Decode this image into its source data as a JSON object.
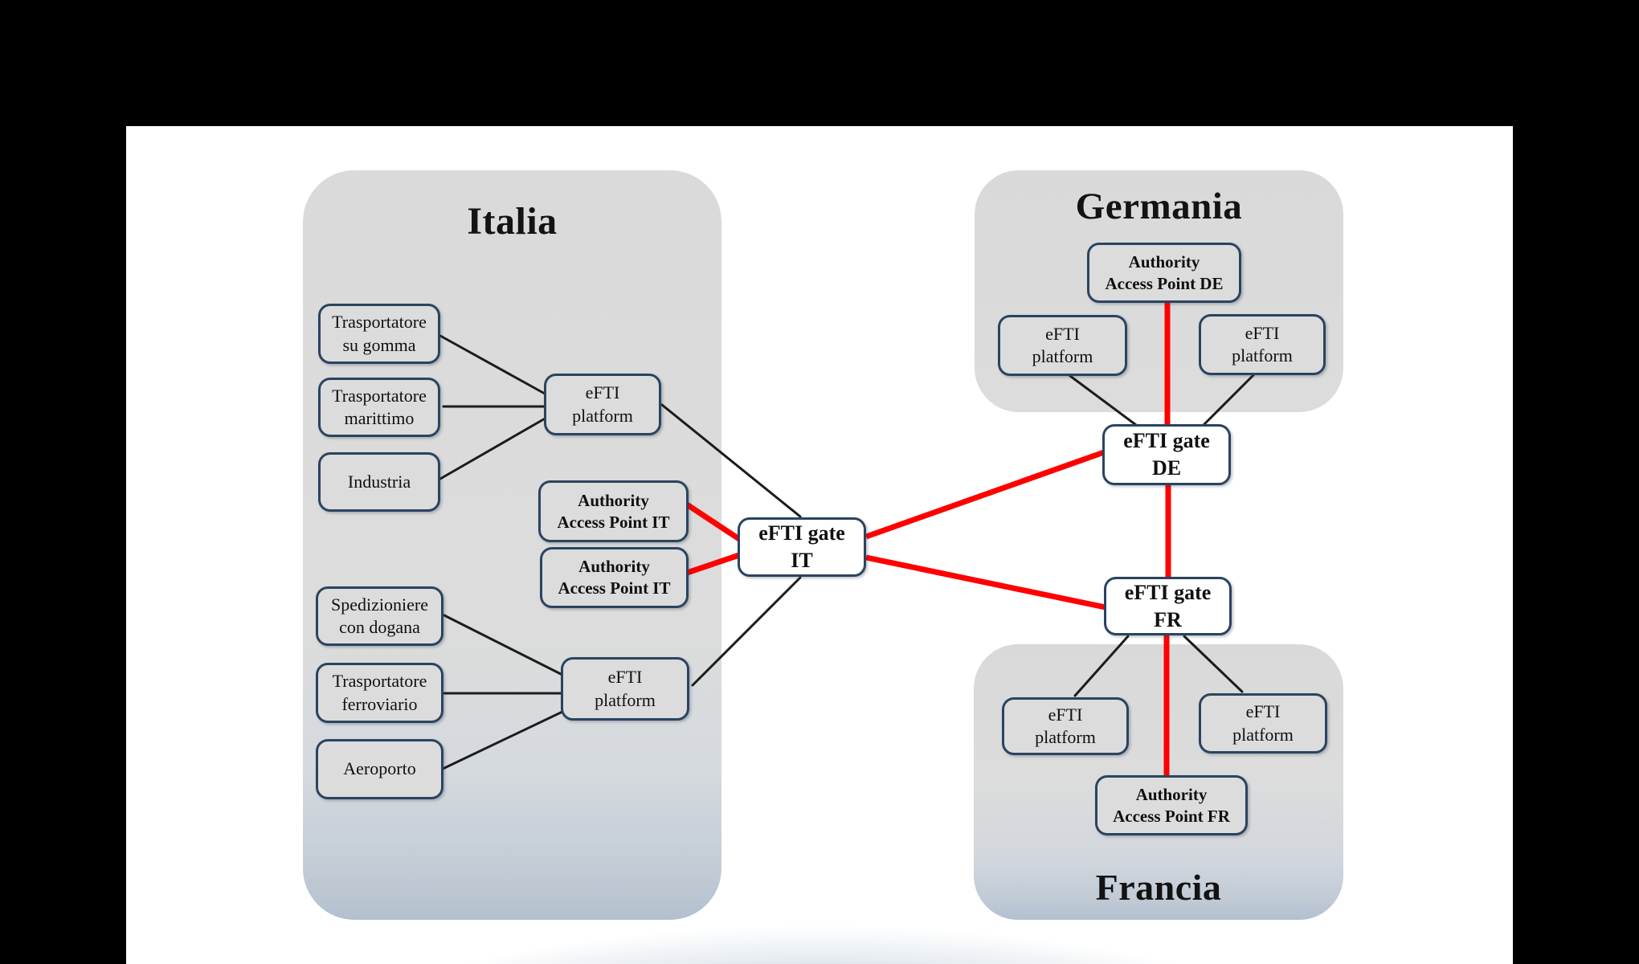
{
  "colors": {
    "accent_red": "#ff0000",
    "node_border": "#2a4460",
    "line_black": "#1c1c1c",
    "panel_gray": "#dcdcdc",
    "letterbox": "#000000"
  },
  "panels": {
    "italia": {
      "title": "Italia"
    },
    "germania": {
      "title": "Germania"
    },
    "francia": {
      "title": "Francia"
    }
  },
  "nodes": {
    "trasportatore_su_gomma": {
      "label": "Trasportatore\nsu gomma"
    },
    "trasportatore_marittimo": {
      "label": "Trasportatore\nmarittimo"
    },
    "industria": {
      "label": "Industria"
    },
    "spedizioniere_con_dogana": {
      "label": "Spedizioniere\ncon dogana"
    },
    "trasportatore_ferroviario": {
      "label": "Trasportatore\nferroviario"
    },
    "aeroporto": {
      "label": "Aeroporto"
    },
    "efti_platform": {
      "label": "eFTI\nplatform"
    },
    "authority_access_point_it": {
      "label": "Authority\nAccess Point IT"
    },
    "authority_access_point_de": {
      "label": "Authority\nAccess Point DE"
    },
    "authority_access_point_fr": {
      "label": "Authority\nAccess Point FR"
    },
    "efti_gate_it": {
      "label": "eFTI gate\nIT"
    },
    "efti_gate_de": {
      "label": "eFTI gate\nDE"
    },
    "efti_gate_fr": {
      "label": "eFTI gate\nFR"
    }
  }
}
